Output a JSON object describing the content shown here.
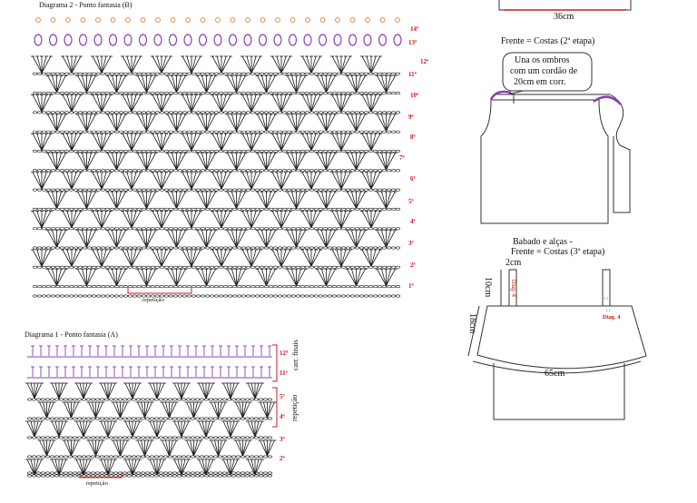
{
  "diagram2": {
    "title": "Diagrama 2 - Ponto fantasia (B)",
    "rows": [
      "14ª",
      "13ª",
      "12ª",
      "11ª",
      "10ª",
      "9ª",
      "8ª",
      "7ª",
      "6ª",
      "5ª",
      "4ª",
      "3ª",
      "2ª",
      "1ª"
    ],
    "repeat_label": "repetição",
    "colors": {
      "edge_orange": "#e07b22",
      "edge_purple": "#8b3fb0",
      "stitch": "#1a1a1a",
      "row_label": "#d01818"
    }
  },
  "diagram1": {
    "title": "Diagrama 1 - Ponto fantasia (A)",
    "rows": [
      "12ª",
      "11ª",
      "5ª",
      "4ª",
      "3ª",
      "2ª"
    ],
    "finish_label": "carr. finais",
    "repeat_side_label": "repetição",
    "repeat_label": "repetição",
    "colors": {
      "finish_rows": "#8b3fb0",
      "bracket": "#d01818"
    }
  },
  "schematic_top": {
    "width_label": "36cm"
  },
  "schematic_mid": {
    "title": "Frente = Costas (2ª etapa)",
    "callout": [
      "Una os ombros",
      "com um cordão de",
      "20cm em corr."
    ]
  },
  "schematic_bottom": {
    "title_line1": "Babado  e alças -",
    "title_line2": "Frente = Costas (3ª etapa)",
    "strap_width": "2cm",
    "strap_height": "10cm",
    "strap_diag": "Diag. 4",
    "strap_right_diag": "Diag. 4",
    "body_height": "18cm",
    "body_width": "65cm"
  }
}
